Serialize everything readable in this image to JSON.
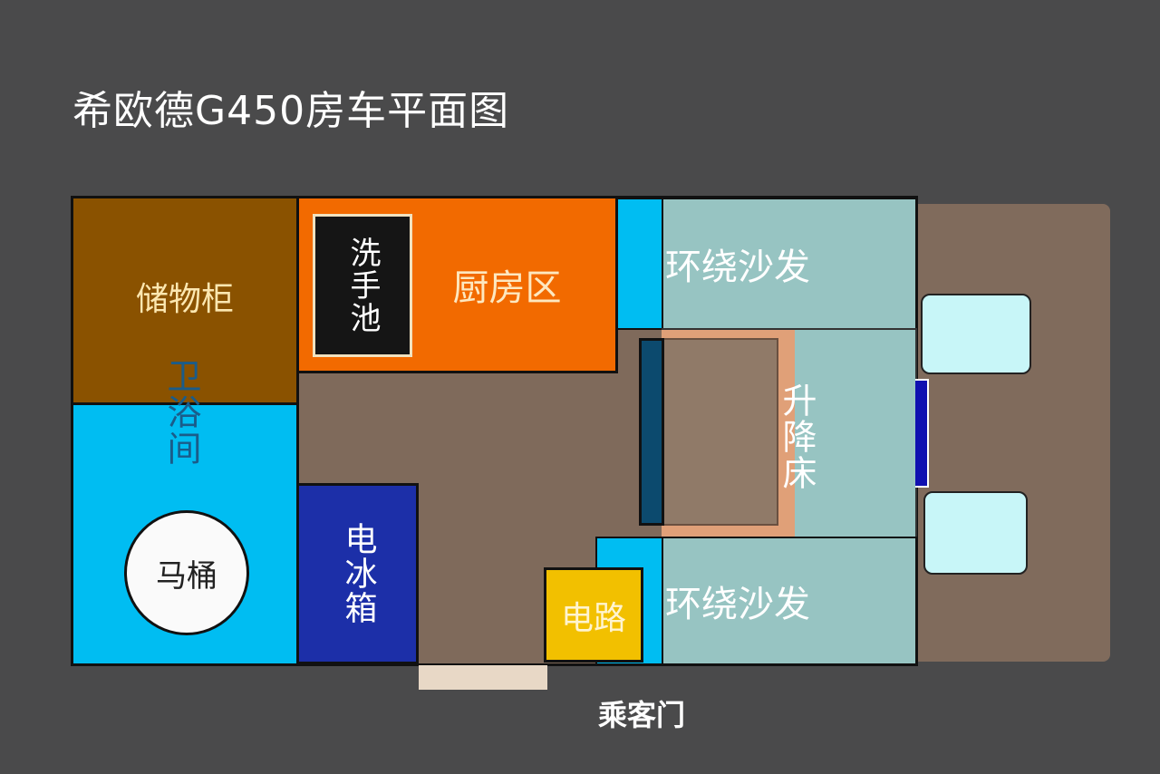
{
  "title": "希欧德G450房车平面图",
  "rooms": {
    "storage": "储物柜",
    "bathroom": "卫浴间",
    "toilet": "马桶",
    "sink": "洗手池",
    "kitchen": "厨房区",
    "fridge": "电冰箱",
    "circuit": "电路",
    "sofa_top": "环绕沙发",
    "sofa_bottom": "环绕沙发",
    "lift_bed": "升降床"
  },
  "door_label": "乘客门",
  "colors": {
    "background": "#4a4a4b",
    "floor": "#7f6a5b",
    "storage": "#8a5200",
    "bathroom": "#00bdf2",
    "kitchen": "#f26a00",
    "fridge": "#1c2fa8",
    "circuit": "#f2c000",
    "sofa": "#97c4c2",
    "bed": "#e0a078",
    "seat": "#c8f6f8"
  }
}
